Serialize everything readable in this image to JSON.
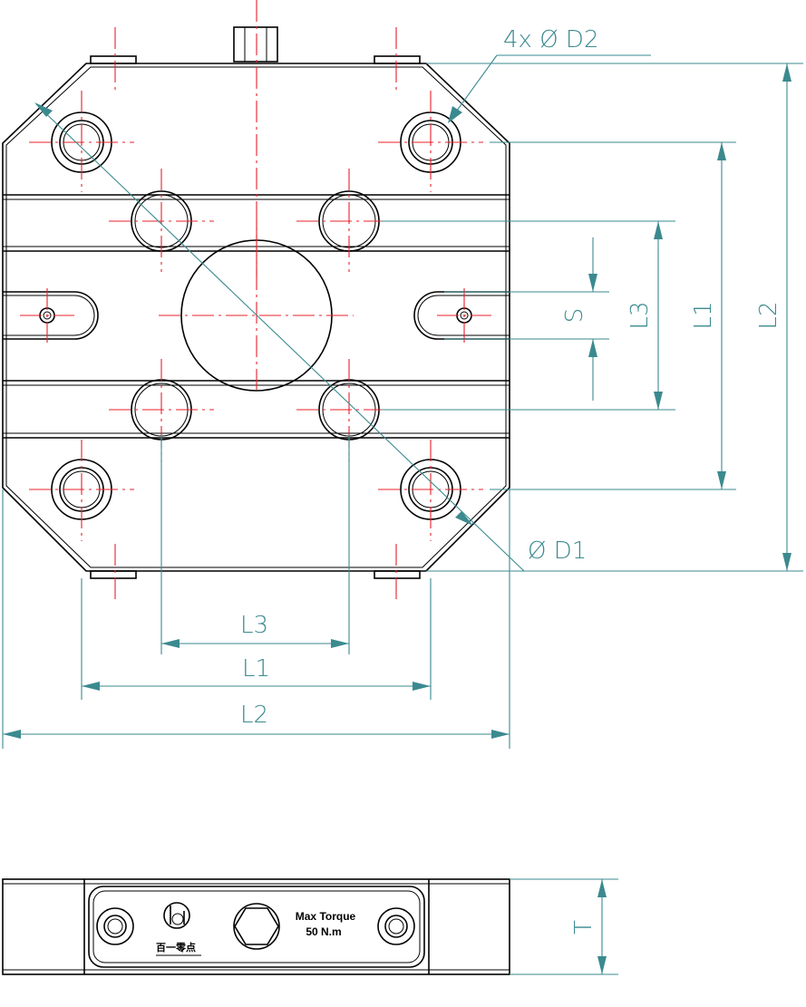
{
  "labels": {
    "hole_callout": "4x Ø D2",
    "center_hole": "Ø D1",
    "L1": "L1",
    "L2": "L2",
    "L3": "L3",
    "S": "S",
    "T": "T"
  },
  "plate": {
    "torque_line1": "Max Torque",
    "torque_line2": "50 N.m",
    "logo_text": "百一零点"
  },
  "colors": {
    "outline": "#000000",
    "centerline": "#e8202a",
    "dimension": "#3b8a8f"
  }
}
